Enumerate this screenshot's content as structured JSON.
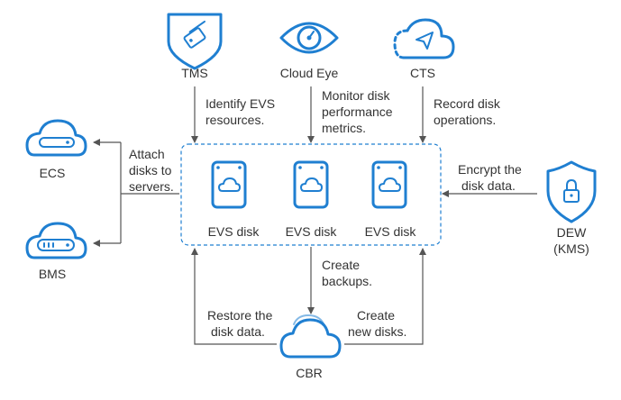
{
  "colors": {
    "accent": "#1f7fd1",
    "arrow": "#555555",
    "text": "#333333"
  },
  "services": {
    "tms": {
      "name": "TMS",
      "icon": "tag-shield-icon"
    },
    "cloud_eye": {
      "name": "Cloud Eye",
      "icon": "eye-gauge-icon"
    },
    "cts": {
      "name": "CTS",
      "icon": "cloud-send-icon"
    },
    "ecs": {
      "name": "ECS",
      "icon": "server-cloud-icon"
    },
    "bms": {
      "name": "BMS",
      "icon": "bare-metal-server-icon"
    },
    "dew": {
      "name_line1": "DEW",
      "name_line2": "(KMS)",
      "icon": "lock-shield-icon"
    },
    "cbr": {
      "name": "CBR",
      "icon": "cloud-icon"
    }
  },
  "evs_disks": [
    {
      "label": "EVS disk"
    },
    {
      "label": "EVS disk"
    },
    {
      "label": "EVS disk"
    }
  ],
  "edges": {
    "tms": [
      "Identify EVS",
      "resources."
    ],
    "cloud_eye": [
      "Monitor disk",
      "performance",
      "metrics."
    ],
    "cts": [
      "Record disk",
      "operations."
    ],
    "attach": [
      "Attach",
      "disks to",
      "servers."
    ],
    "dew": [
      "Encrypt the",
      "disk data."
    ],
    "backup": [
      "Create",
      "backups."
    ],
    "restore": [
      "Restore the",
      "disk data."
    ],
    "new_disks": [
      "Create",
      "new disks."
    ]
  }
}
